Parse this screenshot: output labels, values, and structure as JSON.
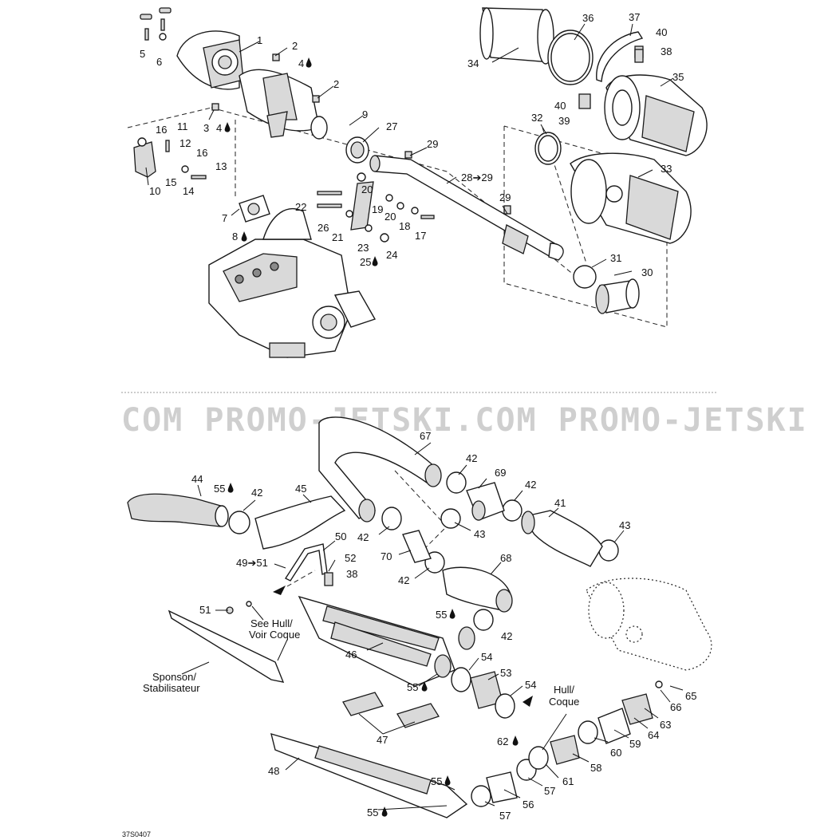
{
  "watermark": "COM PROMO-JETSKI.COM PROMO-JETSKI",
  "drawing_code": "37S0407",
  "notes": {
    "see_hull": "See Hull/",
    "voir_coque": "Voir Coque",
    "sponson": "Sponson/",
    "stabilisateur": "Stabilisateur",
    "hull": "Hull/",
    "coque": "Coque"
  },
  "callouts": {
    "c1": "1",
    "c2a": "2",
    "c2b": "2",
    "c3": "3",
    "c4a": "4",
    "c4b": "4",
    "c5": "5",
    "c6": "6",
    "c7": "7",
    "c8": "8",
    "c9": "9",
    "c10": "10",
    "c11": "11",
    "c12": "12",
    "c13": "13",
    "c14": "14",
    "c15": "15",
    "c16a": "16",
    "c16b": "16",
    "c17": "17",
    "c18": "18",
    "c19": "19",
    "c20a": "20",
    "c20b": "20",
    "c21": "21",
    "c22": "22",
    "c23": "23",
    "c24": "24",
    "c25": "25",
    "c26": "26",
    "c27": "27",
    "c28_29": "28➔29",
    "c29a": "29",
    "c29b": "29",
    "c30": "30",
    "c31": "31",
    "c32": "32",
    "c33": "33",
    "c34": "34",
    "c35": "35",
    "c36": "36",
    "c37": "37",
    "c38a": "38",
    "c39": "39",
    "c40a": "40",
    "c40b": "40",
    "c67": "67",
    "c42a": "42",
    "c69": "69",
    "c42b": "42",
    "c41": "41",
    "c43a": "43",
    "c44": "44",
    "c55a": "55",
    "c42c": "42",
    "c45": "45",
    "c42d": "42",
    "c43b": "43",
    "c50": "50",
    "c70": "70",
    "c42e": "42",
    "c68": "68",
    "c49_51": "49➔51",
    "c52": "52",
    "c38b": "38",
    "c51": "51",
    "c55b": "55",
    "c42f": "42",
    "c46": "46",
    "c54a": "54",
    "c53": "53",
    "c55c": "55",
    "c54b": "54",
    "c65": "65",
    "c66": "66",
    "c63": "63",
    "c64": "64",
    "c59": "59",
    "c60": "60",
    "c62": "62",
    "c58": "58",
    "c61": "61",
    "c47": "47",
    "c48": "48",
    "c55d": "55",
    "c57a": "57",
    "c56": "56",
    "c57b": "57",
    "c55e": "55"
  }
}
